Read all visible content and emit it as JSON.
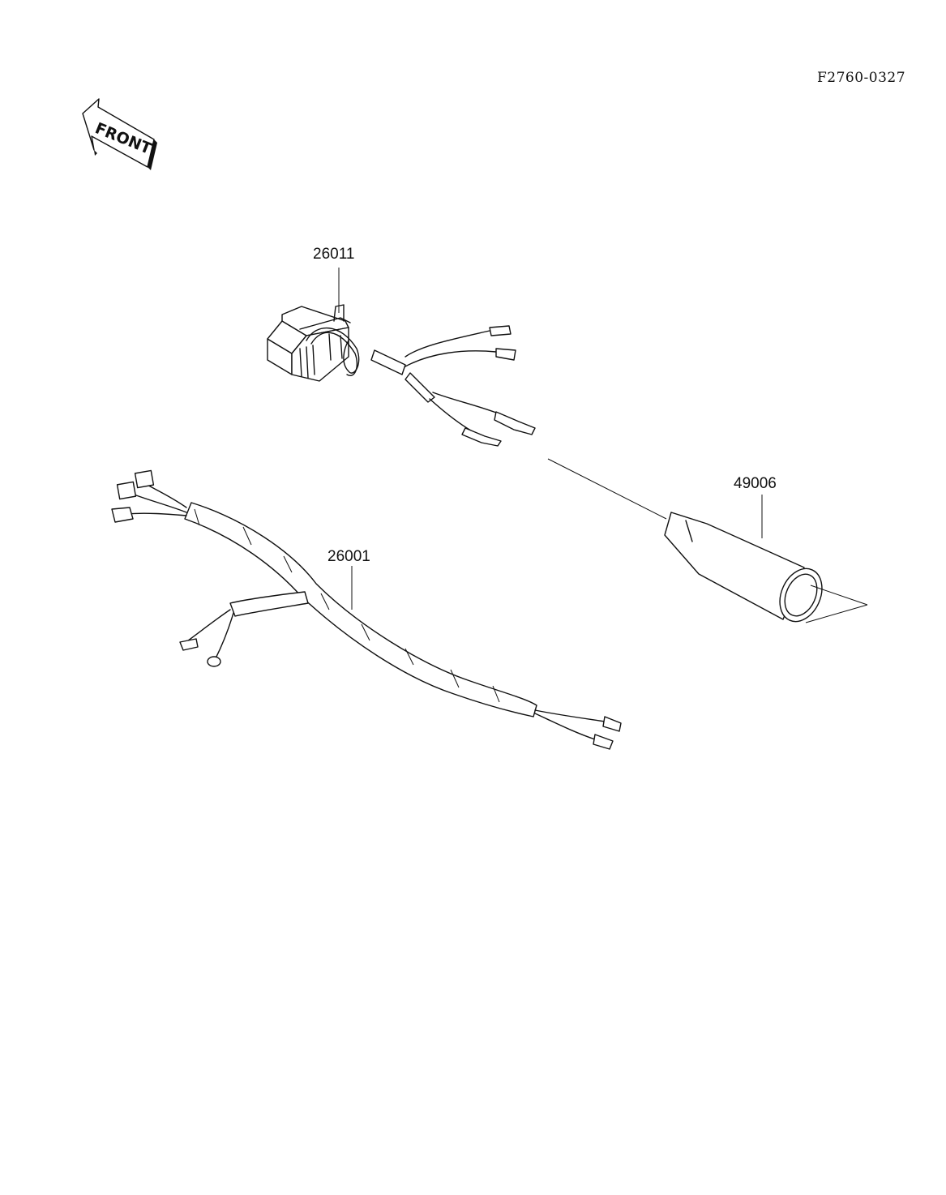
{
  "document": {
    "code": "F2760-0327",
    "front_label": "FRONT"
  },
  "parts": [
    {
      "number": "26011"
    },
    {
      "number": "49006"
    },
    {
      "number": "26001"
    }
  ]
}
